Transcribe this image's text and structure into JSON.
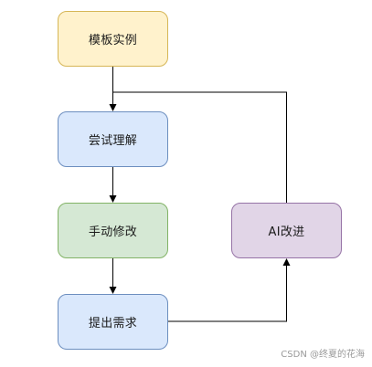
{
  "nodes": {
    "template_example": "模板实例",
    "try_understand": "尝试理解",
    "manual_modify": "手动修改",
    "raise_request": "提出需求",
    "ai_improve": "AI改进"
  },
  "watermark": "CSDN @终夏的花海",
  "colors": {
    "template_fill": "#fff2cc",
    "template_stroke": "#d6b656",
    "blue_fill": "#dae8fc",
    "blue_stroke": "#6c8ebf",
    "green_fill": "#d5e8d4",
    "green_stroke": "#82b366",
    "purple_fill": "#e1d5e7",
    "purple_stroke": "#9673a6",
    "connector": "#000000"
  }
}
